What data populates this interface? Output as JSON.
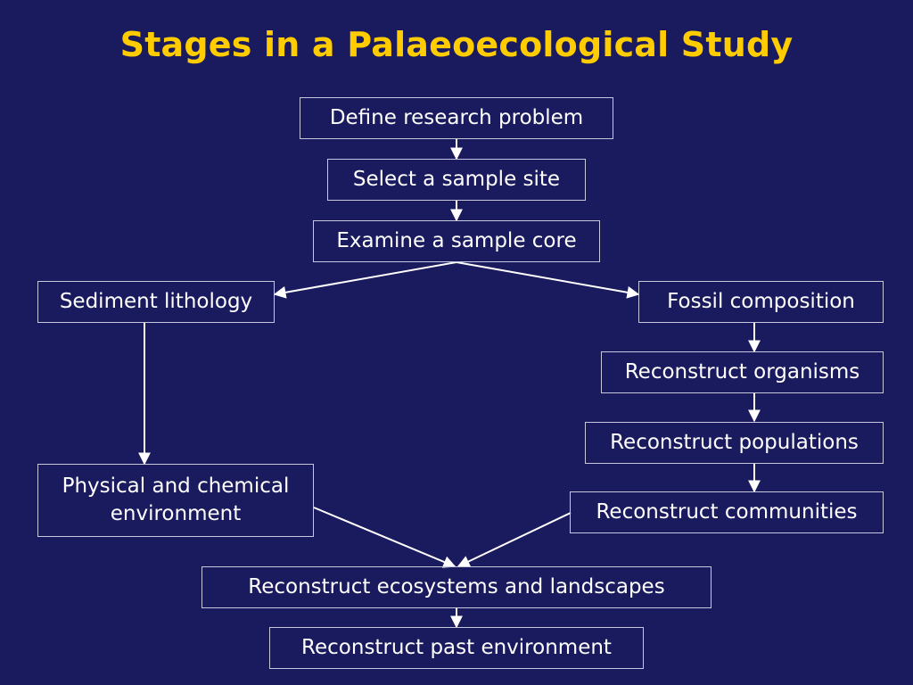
{
  "title": "Stages in a Palaeoecological Study",
  "colors": {
    "background": "#1a1a5e",
    "title": "#ffcc00",
    "box_border": "#c8c8dc",
    "text": "#ffffff",
    "arrow": "#ffffff"
  },
  "nodes": {
    "define": "Define research problem",
    "select_site": "Select a sample site",
    "examine_core": "Examine a sample core",
    "sediment": "Sediment lithology",
    "fossil": "Fossil composition",
    "organisms": "Reconstruct organisms",
    "populations": "Reconstruct populations",
    "communities": "Reconstruct communities",
    "physical_line1": "Physical and chemical",
    "physical_line2": "environment",
    "ecosystems": "Reconstruct ecosystems and landscapes",
    "past_env": "Reconstruct past environment"
  },
  "edges": [
    [
      "define",
      "select_site"
    ],
    [
      "select_site",
      "examine_core"
    ],
    [
      "examine_core",
      "sediment"
    ],
    [
      "examine_core",
      "fossil"
    ],
    [
      "sediment",
      "physical"
    ],
    [
      "fossil",
      "organisms"
    ],
    [
      "organisms",
      "populations"
    ],
    [
      "populations",
      "communities"
    ],
    [
      "physical",
      "ecosystems"
    ],
    [
      "communities",
      "ecosystems"
    ],
    [
      "ecosystems",
      "past_env"
    ]
  ]
}
